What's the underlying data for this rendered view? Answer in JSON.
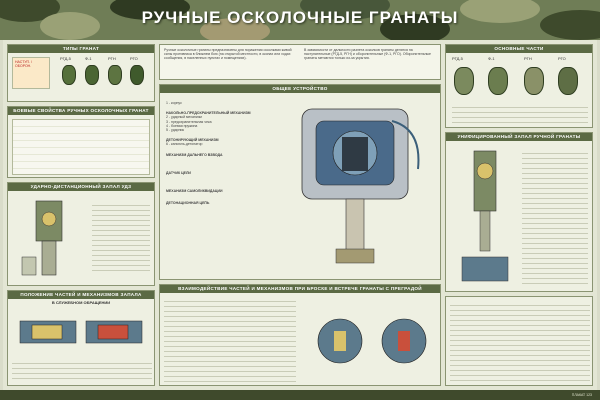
{
  "title": "РУЧНЫЕ ОСКОЛОЧНЫЕ ГРАНАТЫ",
  "panels": {
    "types": "ТИПЫ ГРАНАТ",
    "combat": "БОЕВЫЕ СВОЙСТВА РУЧНЫХ ОСКОЛОЧНЫХ ГРАНАТ",
    "fuze_udz": "УДАРНО-ДИСТАНЦИОННЫЙ ЗАПАЛ УДЗ",
    "general": "ОБЩЕЕ УСТРОЙСТВО",
    "main_parts": "ОСНОВНЫЕ ЧАСТИ",
    "uzrg": "УНИФИЦИРОВАННЫЙ ЗАПАЛ РУЧНОЙ ГРАНАТЫ",
    "interaction": "ВЗАИМОДЕЙСТВИЕ ЧАСТЕЙ И МЕХАНИЗМОВ ПРИ БРОСКЕ И ВСТРЕЧЕ ГРАНАТЫ С ПРЕГРАДОЙ",
    "position": "ПОЛОЖЕНИЕ ЧАСТЕЙ И МЕХАНИЗМОВ ЗАПАЛА",
    "service": "В СЛУЖЕБНОМ ОБРАЩЕНИИ"
  },
  "grenades": [
    "РГД-5",
    "Ф-1",
    "РГН",
    "РГО"
  ],
  "intro_text": "Ручные осколочные гранаты предназначены для пораже­ния осколками живой силы противника в ближнем бою (на открытой местности, в окопах или ходах сообщения, в населенных пунктах и помещениях).",
  "intro_text2": "В зависимости от дальности разлета осколков гранаты делятся на наступательные (РГД-5, РГН) и оборонительные (Ф-1, РГО). Оборонительные гранаты метаются только из-за укрытия.",
  "legend_general": [
    "1 - корпус",
    "НАКОЛЬНО-ПРЕДОХРАНИТЕЛЬНЫЙ МЕХАНИЗМ",
    "2 - ударный механизм",
    "3 - предохранительная чека",
    "4 - боевая пружина",
    "5 - ударник",
    "ДЕТОНИРУЮЩИЙ МЕХАНИЗМ",
    "6 - капсюль-детонатор",
    "МЕХАНИЗМ ДАЛЬНЕГО ВЗВОДА",
    "ДАТЧИК ЦЕЛИ",
    "МЕХАНИЗМ САМОЛИКВИДАЦИИ",
    "ДЕТОНАЦИОННАЯ ЦЕПЬ"
  ],
  "footer": "ПЛАКАТ 123"
}
